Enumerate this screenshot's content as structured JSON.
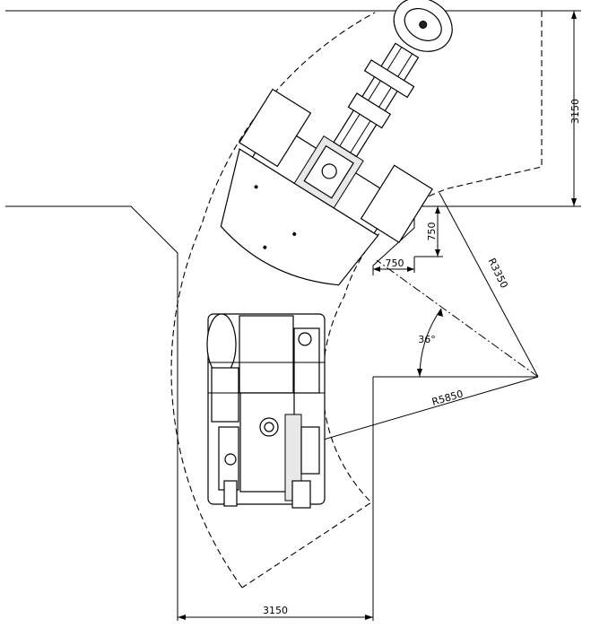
{
  "dimensions": {
    "right_vertical": "3150",
    "small_vertical": "750",
    "small_horizontal": "750",
    "outer_radius": "R5850",
    "inner_radius": "R3350",
    "angle": "36°",
    "bottom_horizontal": "3150"
  },
  "colors": {
    "line": "#000000",
    "background": "#ffffff"
  }
}
